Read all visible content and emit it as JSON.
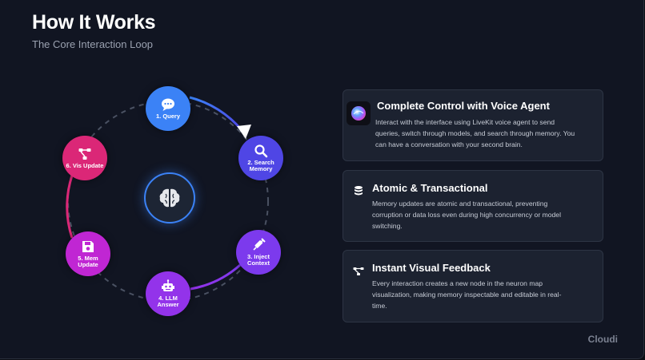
{
  "header": {
    "title": "How It Works",
    "subtitle": "The Core Interaction Loop"
  },
  "loop": {
    "center_icon": "brain-icon",
    "steps": [
      {
        "label_line1": "1. Query",
        "label_line2": "",
        "icon": "chat-bubble-icon",
        "color": "#3b82f6"
      },
      {
        "label_line1": "2. Search",
        "label_line2": "Memory",
        "icon": "search-icon",
        "color": "#4f46e5"
      },
      {
        "label_line1": "3. Inject",
        "label_line2": "Context",
        "icon": "syringe-icon",
        "color": "#7c3aed"
      },
      {
        "label_line1": "4. LLM",
        "label_line2": "Answer",
        "icon": "robot-icon",
        "color": "#9333ea"
      },
      {
        "label_line1": "5. Mem",
        "label_line2": "Update",
        "icon": "save-icon",
        "color": "#c026d3"
      },
      {
        "label_line1": "6. Vis Update",
        "label_line2": "",
        "icon": "graph-nodes-icon",
        "color": "#db2777"
      }
    ]
  },
  "cards": [
    {
      "title": "Complete Control with Voice Agent",
      "icon": "voice-orb-icon",
      "lines": [
        "Interact with the interface using LiveKit voice agent to send",
        "queries, switch through models, and search through memory. You",
        "can have a conversation with your second brain."
      ]
    },
    {
      "title": "Atomic & Transactional",
      "icon": "database-icon",
      "lines": [
        "Memory updates are atomic and transactional, preventing",
        "corruption or data loss even during high concurrency or model",
        "switching."
      ]
    },
    {
      "title": "Instant Visual Feedback",
      "icon": "graph-nodes-icon",
      "lines": [
        "Every interaction creates a new node in the neuron map",
        "visualization, making memory inspectable and editable in real-",
        "time."
      ]
    }
  ],
  "brand": "Cloudi"
}
